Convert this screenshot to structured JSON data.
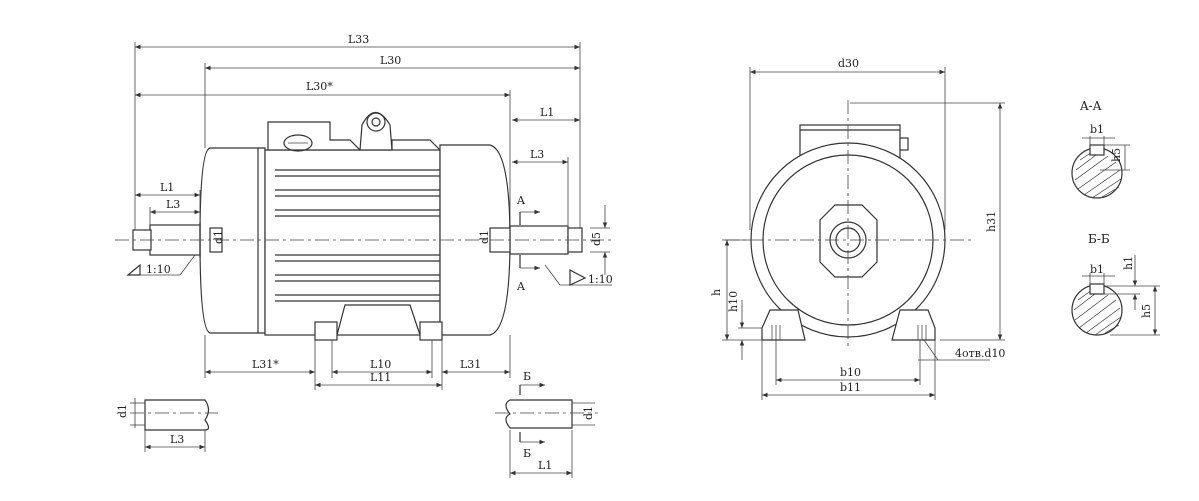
{
  "dimensions": {
    "L33": "L33",
    "L30": "L30",
    "L30_star": "L30*",
    "L1_top_right": "L1",
    "L3_top_right": "L3",
    "L1_left": "L1",
    "L3_left": "L3",
    "d1_left": "d1",
    "d1_right": "d1",
    "d5": "d5",
    "taper_left": "1:10",
    "taper_right": "1:10",
    "L31_star": "L31*",
    "L10": "L10",
    "L11": "L11",
    "L31": "L31",
    "d30": "d30",
    "h31": "h31",
    "h": "h",
    "h10": "h10",
    "b10": "b10",
    "b11": "b11",
    "holes": "4отв.d10",
    "d1_detail_left": "d1",
    "L3_detail_left": "L3",
    "d1_detail_right": "d1",
    "L1_detail_right": "L1",
    "b1_aa": "b1",
    "h5_aa": "h5",
    "b1_bb": "b1",
    "h1_bb": "h1",
    "h5_bb": "h5"
  },
  "section_marks": {
    "A_upper": "A",
    "A_lower": "A",
    "B_upper": "Б",
    "B_lower": "Б"
  },
  "section_titles": {
    "AA": "A-A",
    "BB": "Б-Б"
  }
}
